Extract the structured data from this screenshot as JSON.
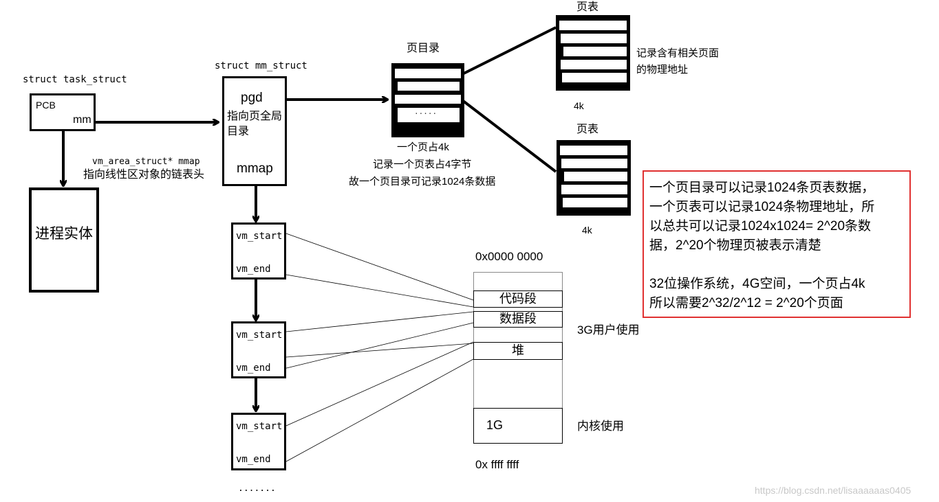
{
  "task_struct": {
    "title": "struct task_struct",
    "pcb_label": "PCB",
    "mm_label": "mm"
  },
  "process_entity": "进程实体",
  "mm_struct": {
    "title": "struct mm_struct",
    "pgd_label": "pgd",
    "pgd_desc": "指向页全局\n目录",
    "mmap_label": "mmap",
    "mmap_field": "vm_area_struct* mmap",
    "mmap_desc": "指向线性区对象的链表头"
  },
  "vm_areas": [
    {
      "start": "vm_start",
      "end": "vm_end"
    },
    {
      "start": "vm_start",
      "end": "vm_end"
    },
    {
      "start": "vm_start",
      "end": "vm_end"
    }
  ],
  "vm_more": ".......",
  "page_directory": {
    "title": "页目录",
    "dots": ".....",
    "desc": [
      "一个页占4k",
      "记录一个页表占4字节",
      "故一个页目录可记录1024条数据"
    ]
  },
  "page_tables": [
    {
      "title": "页表",
      "size": "4k",
      "desc": "记录含有相关页面\n的物理地址"
    },
    {
      "title": "页表",
      "size": "4k"
    }
  ],
  "address_space": {
    "top_addr": "0x0000 0000",
    "bottom_addr": "0x ffff ffff",
    "segments": [
      "代码段",
      "数据段",
      "堆"
    ],
    "kernel_label": "1G",
    "user_caption": "3G用户使用",
    "kernel_caption": "内核使用"
  },
  "note": {
    "border_color": "#e03030",
    "lines": [
      "一个页目录可以记录1024条页表数据，",
      "一个页表可以记录1024条物理地址，所",
      "以总共可以记录1024x1024= 2^20条数",
      "据，2^20个物理页被表示清楚",
      "",
      "32位操作系统，4G空间，一个页占4k",
      "所以需要2^32/2^12 = 2^20个页面"
    ]
  },
  "watermark": "https://blog.csdn.net/lisaaaaaas0405"
}
